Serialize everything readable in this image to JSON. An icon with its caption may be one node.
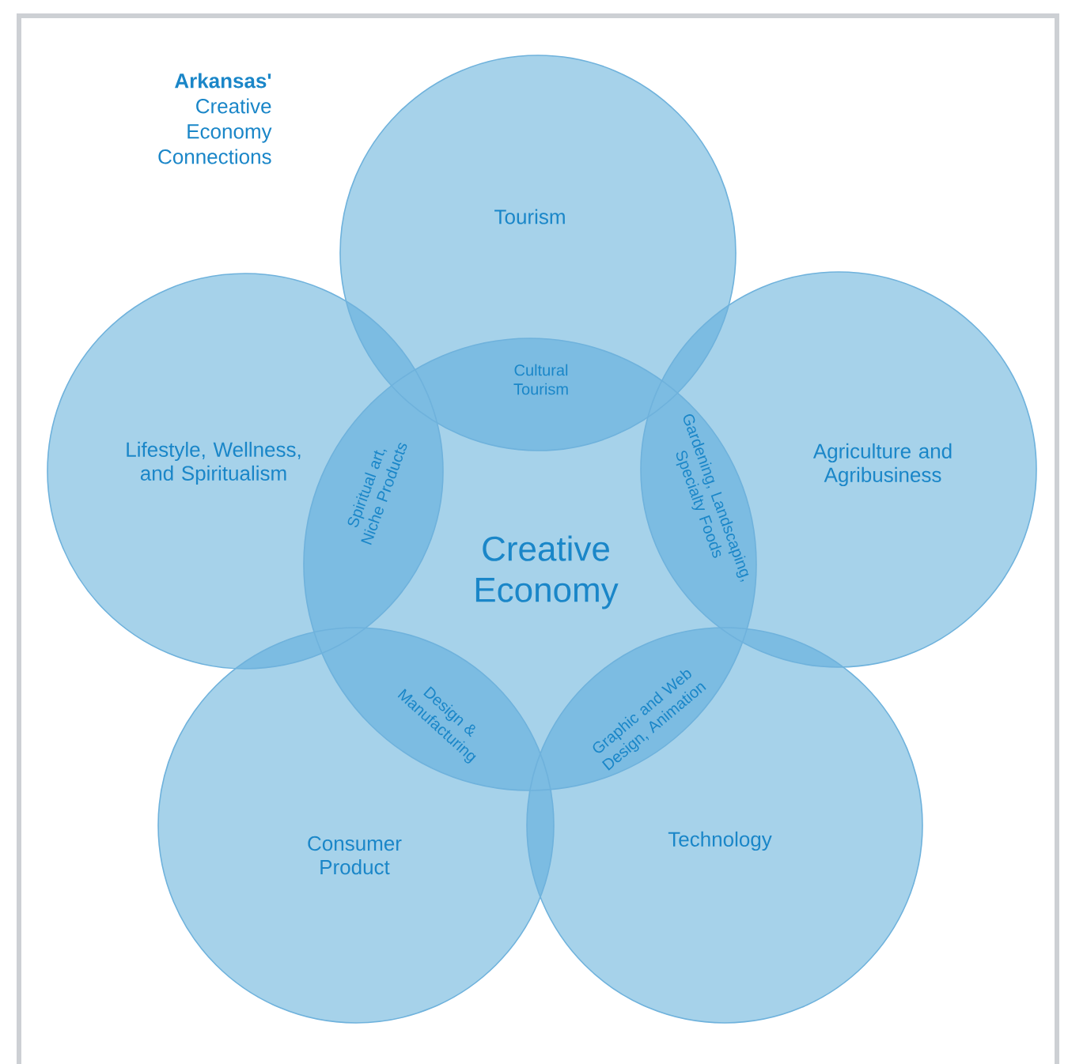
{
  "diagram": {
    "title": "**Arkansas'** Creative Economy Connections",
    "nodes": [
      {
        "text": [
          "Tourism"
        ]
      },
      {
        "text": [
          "Lifestyle, Wellness, and Spiritualism"
        ]
      },
      {
        "text": [
          "Creative Economy"
        ]
      },
      {
        "text": [
          "Agriculture and Agribusiness"
        ]
      },
      {
        "text": [
          "Consumer Product"
        ]
      },
      {
        "text": [
          "Technology"
        ]
      }
    ],
    "labels": [
      "Cultural Tourism",
      "Spiritual art, Niche Products",
      "Gardening, Landscaping, Specialty Foods",
      "Design & Manufacturing",
      "Graphic and Web Design, Animation"
    ]
  }
}
